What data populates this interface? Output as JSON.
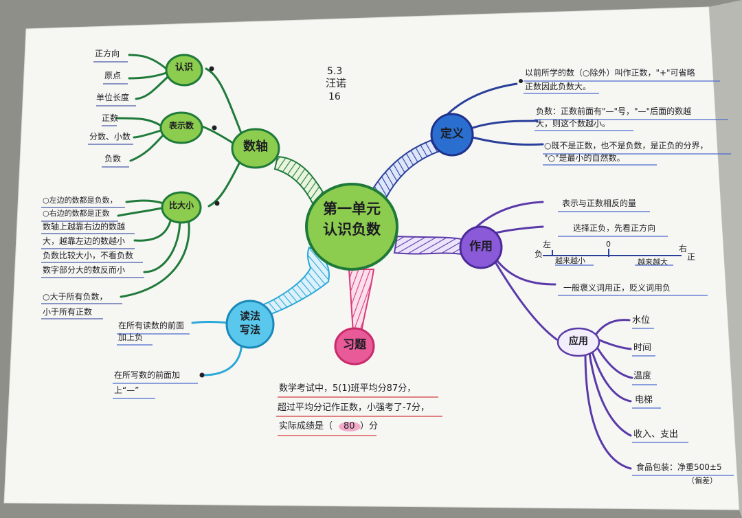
{
  "colors": {
    "paper": "#f7f7f4",
    "center": "#8ccc4e",
    "green_dark": "#1f7a3a",
    "green_light": "#7cc34a",
    "blue": "#3a6fc4",
    "blue_dark": "#20308a",
    "purple": "#5a3aa8",
    "purple_light": "#a68ee0",
    "pink": "#d83a7a",
    "pink_light": "#ea7aaa",
    "cyan": "#2aa8d8",
    "ink": "#1f1f25",
    "underline_red": "#d85a5a",
    "underline_blue": "#4a6ad0"
  },
  "header_note": {
    "date": "5.3",
    "name": "汪诺",
    "number": "16"
  },
  "center": {
    "line1": "第一单元",
    "line2": "认识负数"
  },
  "branches": {
    "shuzhou": {
      "label": "数轴",
      "renshi": {
        "label": "认识",
        "items": [
          "正方向",
          "原点",
          "单位长度"
        ]
      },
      "biaoshishu": {
        "label": "表示数",
        "items": [
          "正数",
          "分数、小数",
          "负数"
        ]
      },
      "bidaxiao": {
        "label": "比大小",
        "items": [
          "○左边的数都是负数，",
          "○右边的数都是正数",
          "数轴上越靠右边的数越",
          "大，越靠左边的数越小",
          "负数比较大小，不看负数",
          "数字部分大的数反而小",
          "○大于所有负数，",
          "小于所有正数"
        ]
      }
    },
    "duxie": {
      "label1": "读法",
      "label2": "写法",
      "items": [
        "在所有读数的前面",
        "加上负",
        "在所写数的前面加",
        "上“—”"
      ]
    },
    "xiti": {
      "label": "习题",
      "lines": [
        "数学考试中，5(1)班平均分87分，",
        "超过平均分记作正数，小强考了-7分，",
        "实际成绩是（",
        "80",
        "）分"
      ]
    },
    "dingyi": {
      "label": "定义",
      "items": [
        "以前所学的数（○除外）叫作正数，\"+\"可省略",
        "正数因此负数大。",
        "负数：正数前面有\"—\"号，\"—\"后面的数越",
        "大，则这个数越小。",
        "○既不是正数，也不是负数，是正负的分界，",
        "\"○\"是最小的自然数。"
      ]
    },
    "zuoyong": {
      "label": "作用",
      "items": [
        "表示与正数相反的量",
        "选择正负，先看正方向",
        "一般褒义词用正，贬义词用负"
      ],
      "axis": {
        "left_word": "左",
        "left_sign": "负",
        "zero": "0",
        "right_word": "右",
        "right_sign": "正",
        "left_note": "越来越小",
        "right_note": "越来越大"
      }
    },
    "yingyong": {
      "label": "应用",
      "items": [
        "水位",
        "时间",
        "温度",
        "电梯",
        "收入、支出",
        "食品包装：净重500±5",
        "（偏差）"
      ]
    }
  }
}
